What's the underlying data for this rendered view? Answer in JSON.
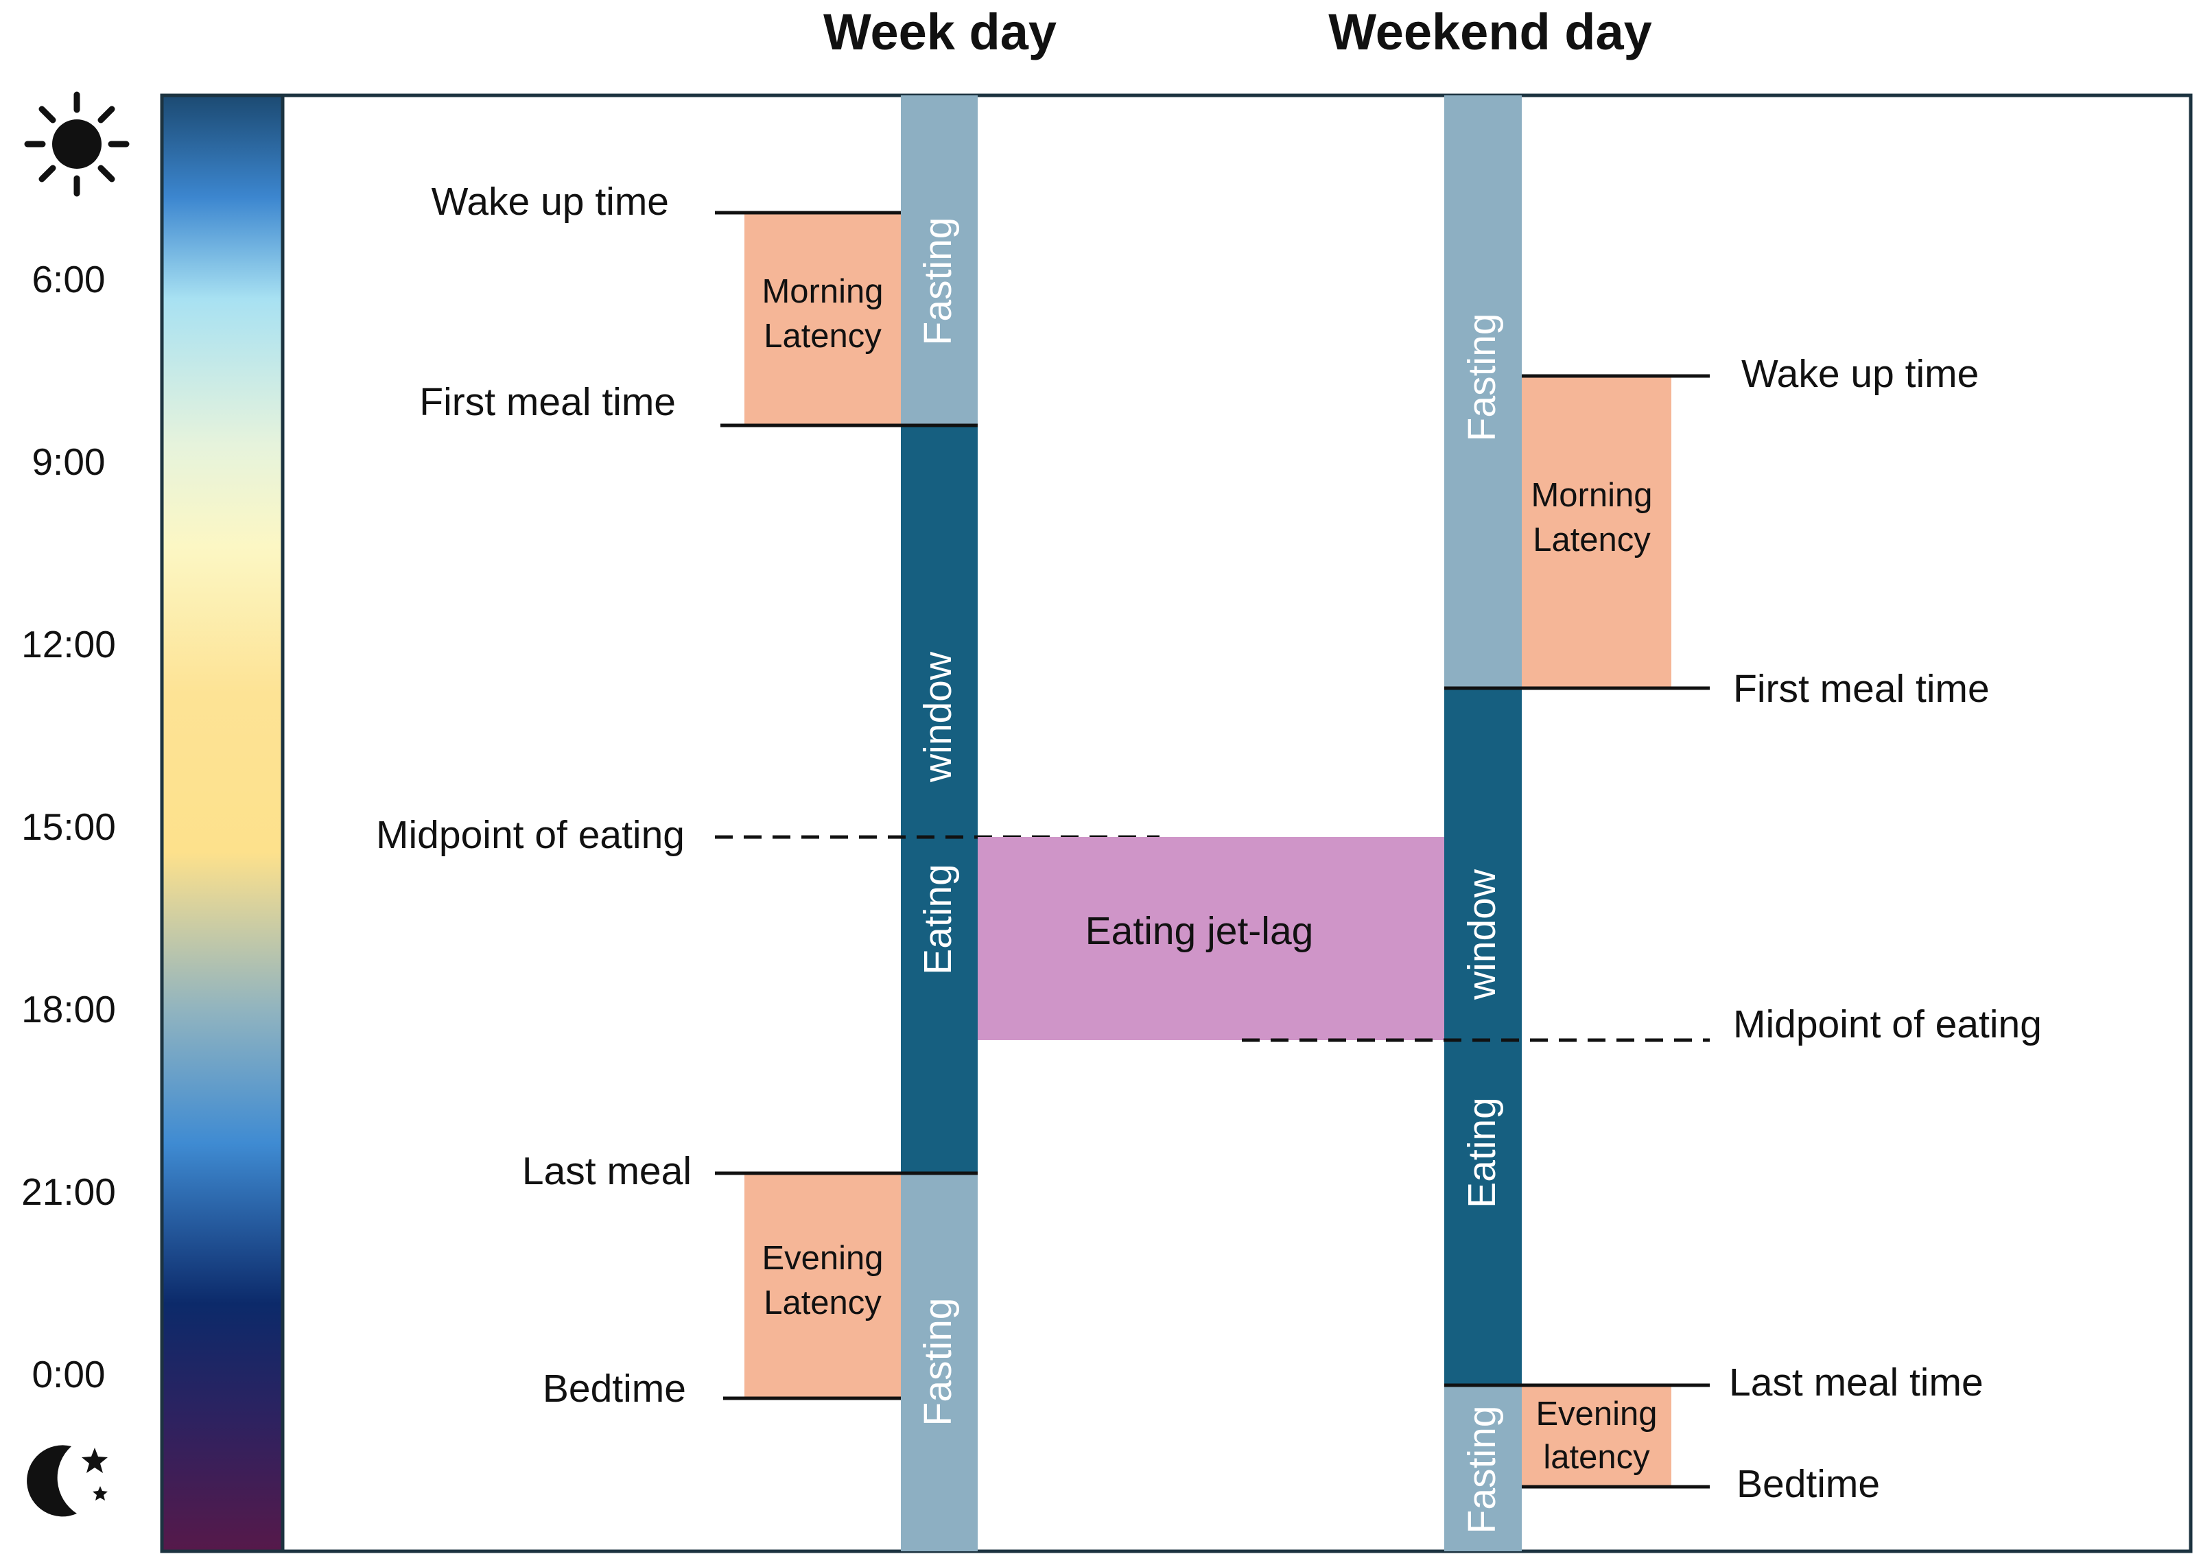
{
  "headings": {
    "week": "Week day",
    "weekend": "Weekend day"
  },
  "time_ticks": [
    "6:00",
    "9:00",
    "12:00",
    "15:00",
    "18:00",
    "21:00",
    "0:00"
  ],
  "icons": {
    "top": "sun-icon",
    "bottom": "moon-stars-icon"
  },
  "weekday": {
    "wake_up": "Wake up time",
    "first_meal": "First meal time",
    "midpoint": "Midpoint of eating",
    "last_meal": "Last meal",
    "bedtime": "Bedtime",
    "morning_latency": [
      "Morning",
      "Latency"
    ],
    "evening_latency": [
      "Evening",
      "Latency"
    ],
    "bar": {
      "fasting_top": "Fasting",
      "window": "window",
      "eating": "Eating",
      "fasting_bottom": "Fasting"
    }
  },
  "weekend": {
    "wake_up": "Wake up time",
    "first_meal": "First meal time",
    "midpoint": "Midpoint of eating",
    "last_meal": "Last meal time",
    "bedtime": "Bedtime",
    "morning_latency": [
      "Morning",
      "Latency"
    ],
    "evening_latency": [
      "Evening",
      "latency"
    ],
    "bar": {
      "fasting_top": "Fasting",
      "window": "window",
      "eating": "Eating",
      "fasting_bottom": "Fasting"
    }
  },
  "jet_lag": "Eating jet-lag",
  "colors": {
    "fasting": "#8DAFC2",
    "eating": "#165F80",
    "latency": "#F5B697",
    "jet_lag": "#CF95C8",
    "frame": "#1c3340"
  }
}
